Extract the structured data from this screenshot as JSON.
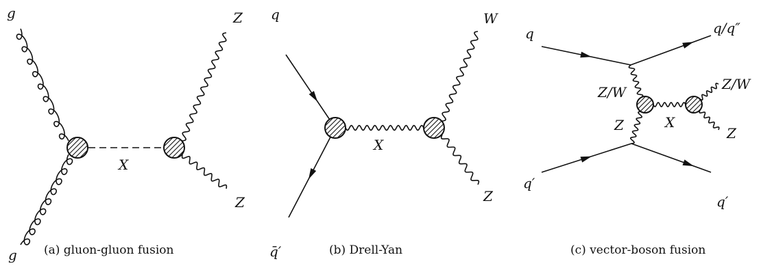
{
  "diagrams": [
    {
      "caption": "(a) gluon-gluon fusion",
      "labels": {
        "in_top": "g",
        "in_bottom": "g",
        "mediator": "X",
        "out_top": "Z",
        "out_bottom": "Z"
      }
    },
    {
      "caption": "(b) Drell-Yan",
      "labels": {
        "in_top": "q",
        "in_bottom": "q̄′",
        "mediator": "X",
        "out_top": "W",
        "out_bottom": "Z"
      }
    },
    {
      "caption": "(c) vector-boson fusion",
      "labels": {
        "in_top": "q",
        "out_top": "q/q″",
        "boson_top": "Z/W",
        "boson_bottom": "Z",
        "mediator": "X",
        "decay_top": "Z/W",
        "decay_bottom": "Z",
        "in_bottom": "q′",
        "out_bottom": "q′"
      }
    }
  ]
}
